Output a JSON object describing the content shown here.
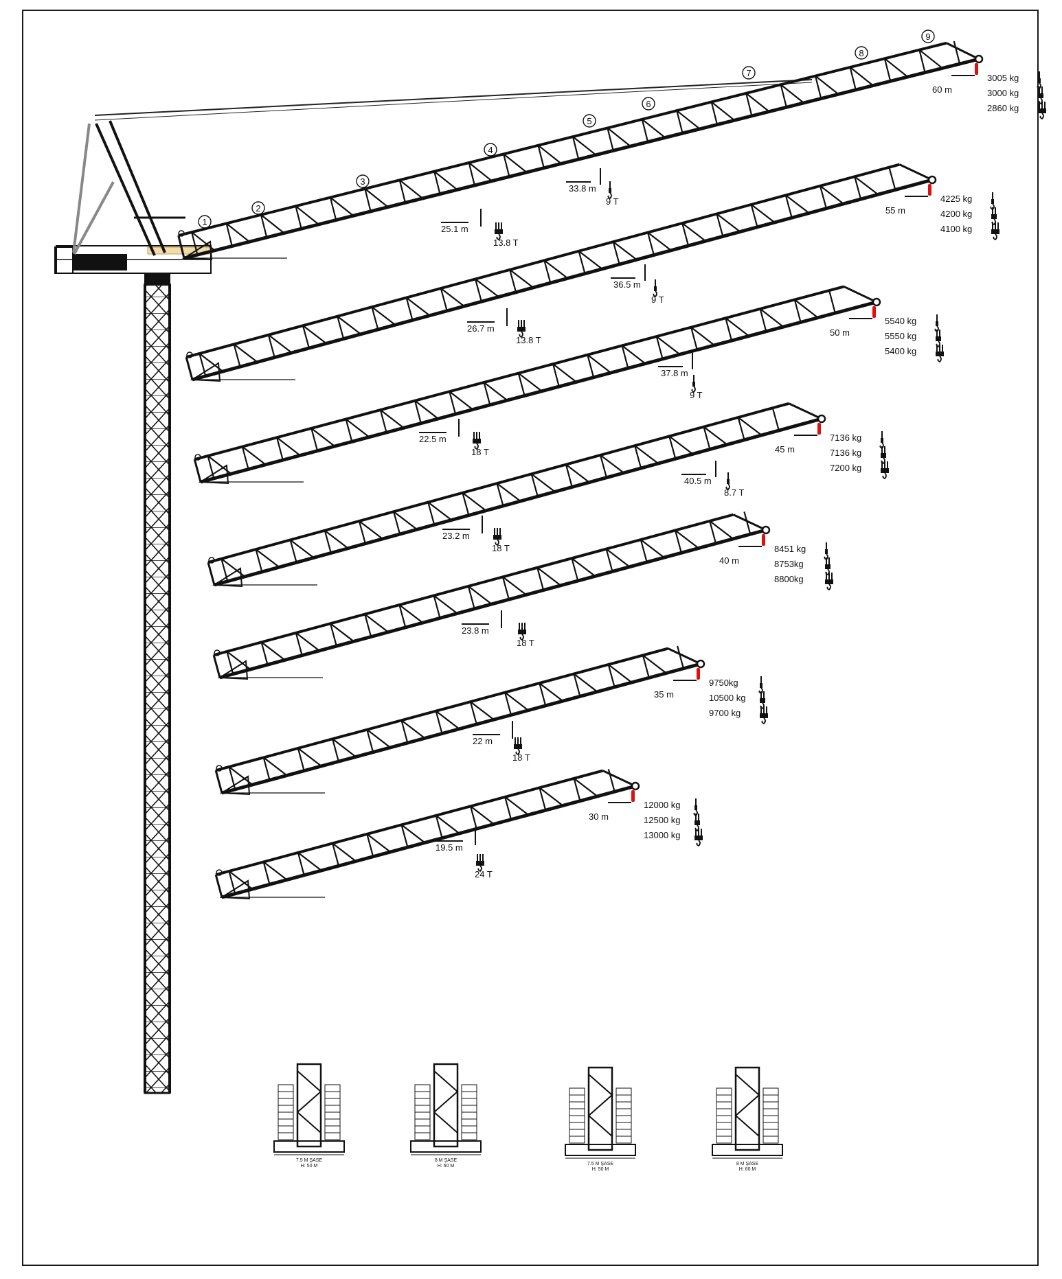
{
  "colors": {
    "ink": "#111111",
    "tip_marker": "#e01010",
    "paper": "#ffffff"
  },
  "jib_sections": [
    "1",
    "2",
    "3",
    "4",
    "5",
    "6",
    "7",
    "8",
    "9"
  ],
  "jibs": [
    {
      "length": "60 m",
      "tip_loads": [
        "3005 kg",
        "3000 kg",
        "2860 kg"
      ],
      "mid_radius": "33.8 m",
      "mid_load": "9 T",
      "max_radius": "25.1 m",
      "max_load": "13.8 T"
    },
    {
      "length": "55 m",
      "tip_loads": [
        "4225 kg",
        "4200 kg",
        "4100 kg"
      ],
      "mid_radius": "36.5 m",
      "mid_load": "9 T",
      "max_radius": "26.7 m",
      "max_load": "13.8 T"
    },
    {
      "length": "50 m",
      "tip_loads": [
        "5540 kg",
        "5550 kg",
        "5400 kg"
      ],
      "mid_radius": "37.8 m",
      "mid_load": "9 T",
      "max_radius": "22.5 m",
      "max_load": "18 T"
    },
    {
      "length": "45 m",
      "tip_loads": [
        "7136 kg",
        "7136 kg",
        "7200 kg"
      ],
      "mid_radius": "40.5 m",
      "mid_load": "8.7 T",
      "max_radius": "23.2 m",
      "max_load": "18 T"
    },
    {
      "length": "40 m",
      "tip_loads": [
        "8451 kg",
        "8753kg",
        "8800kg"
      ],
      "mid_radius": "",
      "mid_load": "",
      "max_radius": "23.8 m",
      "max_load": "18 T"
    },
    {
      "length": "35 m",
      "tip_loads": [
        "9750kg",
        "10500 kg",
        "9700 kg"
      ],
      "mid_radius": "",
      "mid_load": "",
      "max_radius": "22 m",
      "max_load": "18 T"
    },
    {
      "length": "30 m",
      "tip_loads": [
        "12000 kg",
        "12500 kg",
        "13000 kg"
      ],
      "mid_radius": "",
      "mid_load": "",
      "max_radius": "19.5 m",
      "max_load": "24 T"
    }
  ],
  "bases": [
    {
      "line1": "7.5 M  ŞASE",
      "line2": "H: 50 M"
    },
    {
      "line1": "8 M  ŞASE",
      "line2": "H: 60 M"
    },
    {
      "line1": "7.5 M  ŞASE",
      "line2": "H: 50 M"
    },
    {
      "line1": "8 M  ŞASE",
      "line2": "H: 60 M"
    }
  ]
}
